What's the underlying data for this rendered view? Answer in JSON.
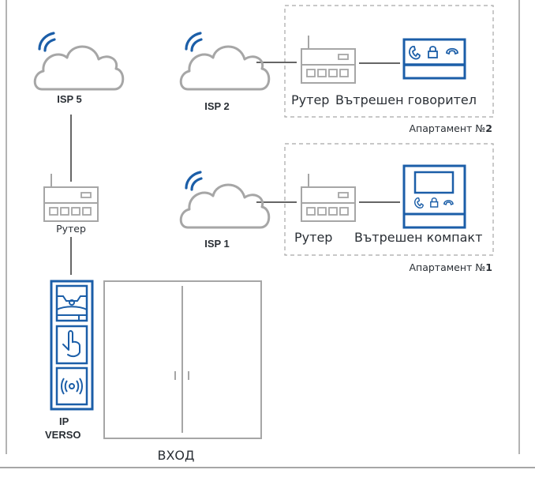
{
  "colors": {
    "gray_stroke": "#a6a6a6",
    "line": "#666666",
    "blue": "#1b5ea8",
    "text": "#2a2f35",
    "frame": "#b3b3b3"
  },
  "isps": [
    {
      "label": "ISP 5"
    },
    {
      "label": "ISP 2"
    },
    {
      "label": "ISP 1"
    }
  ],
  "entrance": {
    "router_label": "Рутер",
    "door_station_label_line1": "IP",
    "door_station_label_line2": "VERSO",
    "door_label": "ВХОД"
  },
  "apartments": [
    {
      "name_prefix": "Апартамент №",
      "number": "2",
      "router_label": "Рутер",
      "device_label": "Вътрешен говорител"
    },
    {
      "name_prefix": "Апартамент №",
      "number": "1",
      "router_label": "Рутер",
      "device_label": "Вътрешен компакт"
    }
  ]
}
